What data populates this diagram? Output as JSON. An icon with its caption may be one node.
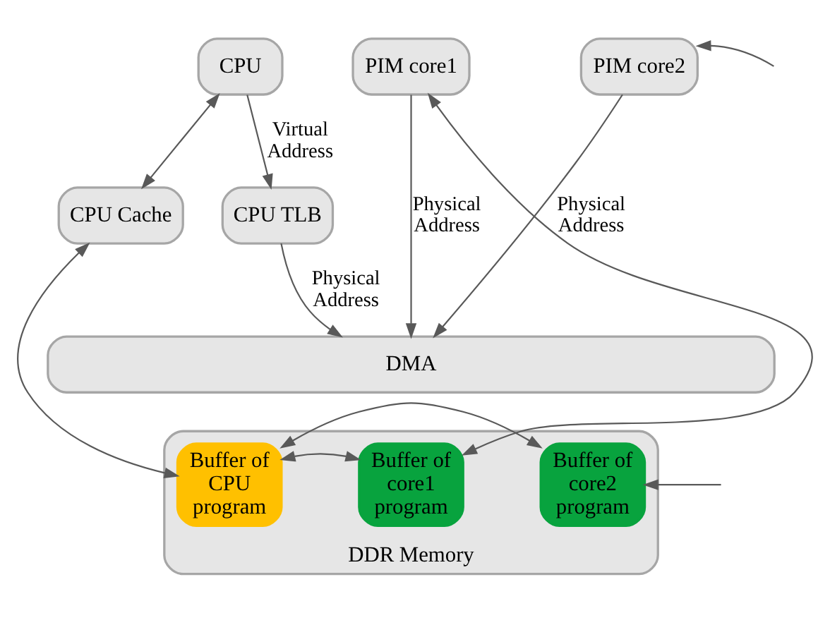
{
  "diagram": {
    "nodes": [
      {
        "text": [
          "CPU"
        ]
      },
      {
        "text": [
          "PIM core1"
        ]
      },
      {
        "text": [
          "PIM core2"
        ]
      },
      {
        "text": [
          "CPU Cache"
        ]
      },
      {
        "text": [
          "CPU TLB"
        ]
      },
      {
        "text": [
          "DMA"
        ]
      },
      {
        "text": [
          "DDR Memory"
        ]
      },
      {
        "text": [
          "Buffer of CPU program"
        ],
        "in": 6
      },
      {
        "text": [
          "Buffer of core1 program"
        ],
        "in": 6
      },
      {
        "text": [
          "Buffer of core2 program"
        ],
        "in": 6
      }
    ],
    "edges": [
      {
        "from": 0,
        "to": 3,
        "arrow": "both"
      },
      {
        "from": 0,
        "to": 4,
        "arrow": "to",
        "label": "Virtual Address"
      },
      {
        "from": 4,
        "to": 5,
        "arrow": "to",
        "label": "Physical Address"
      },
      {
        "from": 1,
        "to": 5,
        "arrow": "to",
        "label": "Physical Address"
      },
      {
        "from": 2,
        "to": 5,
        "arrow": "to",
        "label": "Physical Address"
      },
      {
        "from": 3,
        "to": 7,
        "arrow": "both"
      },
      {
        "from": 7,
        "to": 8,
        "arrow": "both"
      },
      {
        "from": 7,
        "to": 9,
        "arrow": "both"
      },
      {
        "from": 8,
        "to": 1,
        "arrow": "both"
      },
      {
        "from": null,
        "to": 2,
        "arrow": "to"
      },
      {
        "from": null,
        "to": 9,
        "arrow": "to"
      }
    ]
  }
}
